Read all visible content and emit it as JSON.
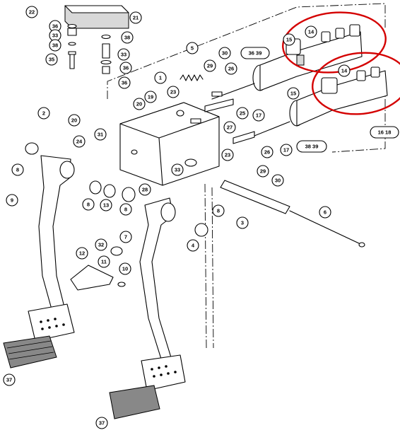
{
  "callouts": [
    "22",
    "21",
    "36",
    "33",
    "38",
    "38",
    "35",
    "33",
    "36",
    "36",
    "5",
    "30",
    "36 39",
    "14",
    "15",
    "14",
    "29",
    "26",
    "1",
    "23",
    "19",
    "20",
    "2",
    "20",
    "31",
    "25",
    "17",
    "15",
    "27",
    "8",
    "24",
    "23",
    "26",
    "17",
    "38 39",
    "16 18",
    "33",
    "29",
    "30",
    "28",
    "8",
    "13",
    "8",
    "9",
    "6",
    "8",
    "3",
    "7",
    "4",
    "32",
    "12",
    "11",
    "10",
    "37",
    "37"
  ],
  "highlight_color": "#d40000"
}
